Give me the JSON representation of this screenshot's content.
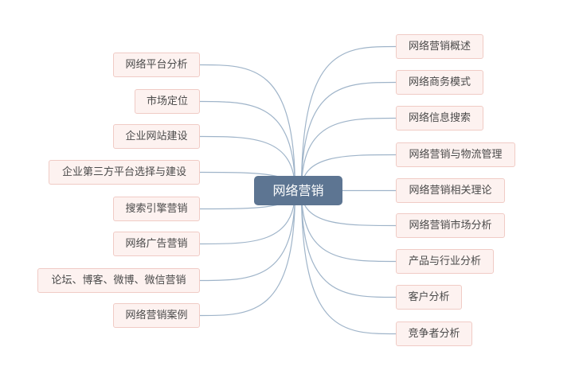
{
  "root": {
    "label": "网络营销"
  },
  "colors": {
    "link": "#9fb4c9",
    "root_fill": "#5d7592",
    "node_fill": "#fdf2f0",
    "node_border": "#f0cbc5"
  },
  "left_branches": [
    {
      "label": "网络平台分析"
    },
    {
      "label": "市场定位"
    },
    {
      "label": "企业网站建设"
    },
    {
      "label": "企业第三方平台选择与建设"
    },
    {
      "label": "搜索引擎营销"
    },
    {
      "label": "网络广告营销"
    },
    {
      "label": "论坛、博客、微博、微信营销"
    },
    {
      "label": "网络营销案例"
    }
  ],
  "right_branches": [
    {
      "label": "网络营销概述"
    },
    {
      "label": "网络商务模式"
    },
    {
      "label": "网络信息搜索"
    },
    {
      "label": "网络营销与物流管理"
    },
    {
      "label": "网络营销相关理论"
    },
    {
      "label": "网络营销市场分析"
    },
    {
      "label": "产品与行业分析"
    },
    {
      "label": "客户分析"
    },
    {
      "label": "竞争者分析"
    }
  ]
}
